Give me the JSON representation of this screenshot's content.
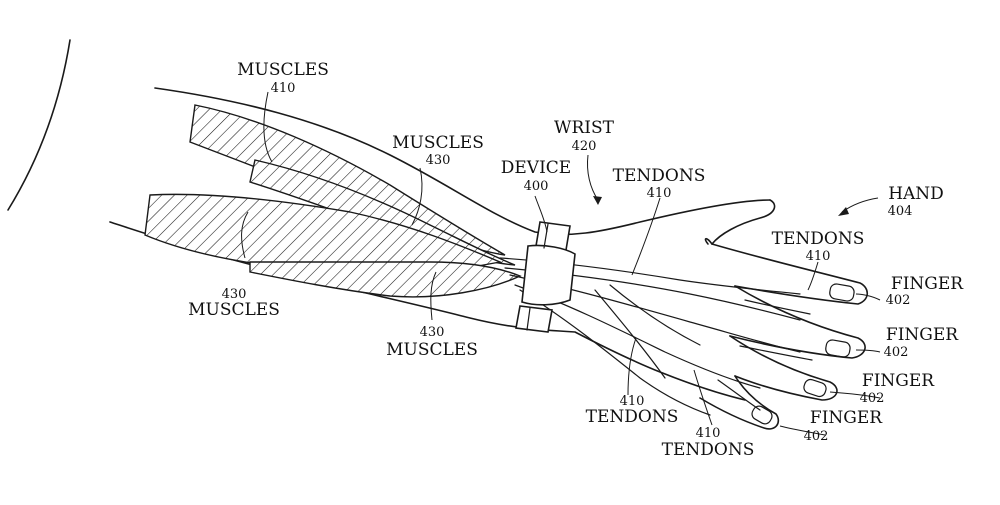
{
  "labels": {
    "muscles_410": {
      "text": "MUSCLES",
      "num": "410"
    },
    "muscles_430_top": {
      "text": "MUSCLES",
      "num": "430"
    },
    "wrist_420": {
      "text": "WRIST",
      "num": "420"
    },
    "device_400": {
      "text": "DEVICE",
      "num": "400"
    },
    "tendons_410_top": {
      "text": "TENDONS",
      "num": "410"
    },
    "hand_404": {
      "text": "HAND",
      "num": "404"
    },
    "tendons_410_right": {
      "text": "TENDONS",
      "num": "410"
    },
    "finger_402_a": {
      "text": "FINGER",
      "num": "402"
    },
    "finger_402_b": {
      "text": "FINGER",
      "num": "402"
    },
    "finger_402_c": {
      "text": "FINGER",
      "num": "402"
    },
    "finger_402_d": {
      "text": "FINGER",
      "num": "402"
    },
    "muscles_430_left": {
      "text": "MUSCLES",
      "num": "430"
    },
    "muscles_430_bottom": {
      "text": "MUSCLES",
      "num": "430"
    },
    "tendons_410_bottom": {
      "text": "TENDONS",
      "num": "410"
    },
    "tendons_410_lowest": {
      "text": "TENDONS",
      "num": "410"
    }
  }
}
